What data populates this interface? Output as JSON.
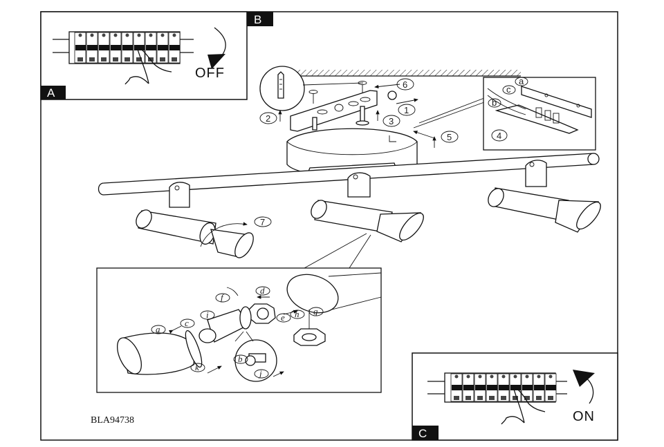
{
  "document": {
    "model_code": "BLA94738"
  },
  "panels": {
    "A": {
      "label": "A"
    },
    "B": {
      "label": "B",
      "action_text": "OFF"
    },
    "C": {
      "label": "C",
      "action_text": "ON"
    }
  },
  "steps": {
    "mounting": [
      "1",
      "2",
      "3",
      "5",
      "6"
    ],
    "wiring_inset": {
      "step": "4",
      "letters": [
        "a",
        "b",
        "c"
      ]
    },
    "shade": "7"
  },
  "detail_inset": {
    "letters": [
      "a",
      "b",
      "c",
      "d",
      "e",
      "f",
      "g",
      "h",
      "i",
      "j",
      "k"
    ]
  }
}
